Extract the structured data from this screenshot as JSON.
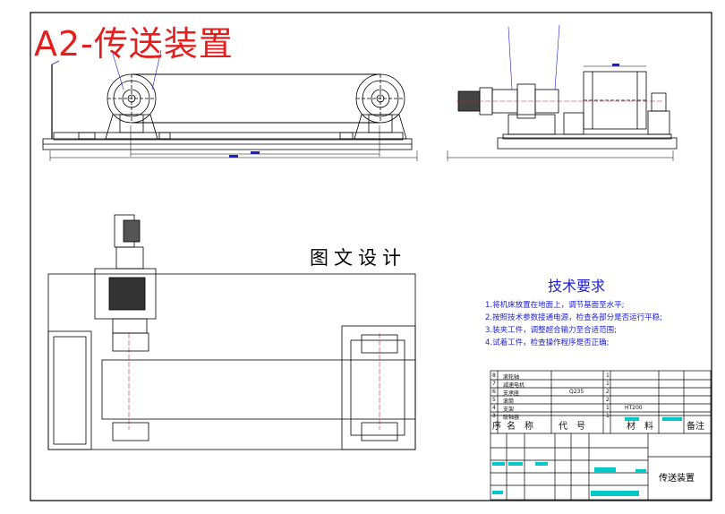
{
  "drawing": {
    "sheet_title": "A2-传送装置",
    "center_label": "图文设计",
    "drawing_name": "传送装置"
  },
  "tech_requirements": {
    "heading": "技术要求",
    "items": [
      "1.将机床放置在地面上，调节基面至水平;",
      "2.按照技术参数接通电源，检查各部分是否运行平稳;",
      "3.装夹工件，调整超合输力至合适范围;",
      "4.试着工件，检查操作程序是否正确;"
    ]
  },
  "parts_list": {
    "rows": [
      {
        "no": "8",
        "name": "滚轮轴",
        "qty": "1",
        "material": ""
      },
      {
        "no": "7",
        "name": "减速电机",
        "qty": "1",
        "material": ""
      },
      {
        "no": "6",
        "name": "支承座",
        "qty": "2",
        "material": "Q235"
      },
      {
        "no": "5",
        "name": "滚筒",
        "qty": "2",
        "material": ""
      },
      {
        "no": "4",
        "name": "支架",
        "qty": "1",
        "material": "HT200"
      },
      {
        "no": "3",
        "name": "联轴器",
        "qty": "1",
        "material": ""
      }
    ],
    "header": {
      "seq": "序",
      "name": "名　称",
      "code": "代　号",
      "material": "材　料",
      "remark": "备注"
    }
  },
  "colors": {
    "line": "#000000",
    "annotation": "#1d1dd6",
    "title": "#e0201e",
    "centerline": "#d42020",
    "highlight": "#00c8c8"
  }
}
